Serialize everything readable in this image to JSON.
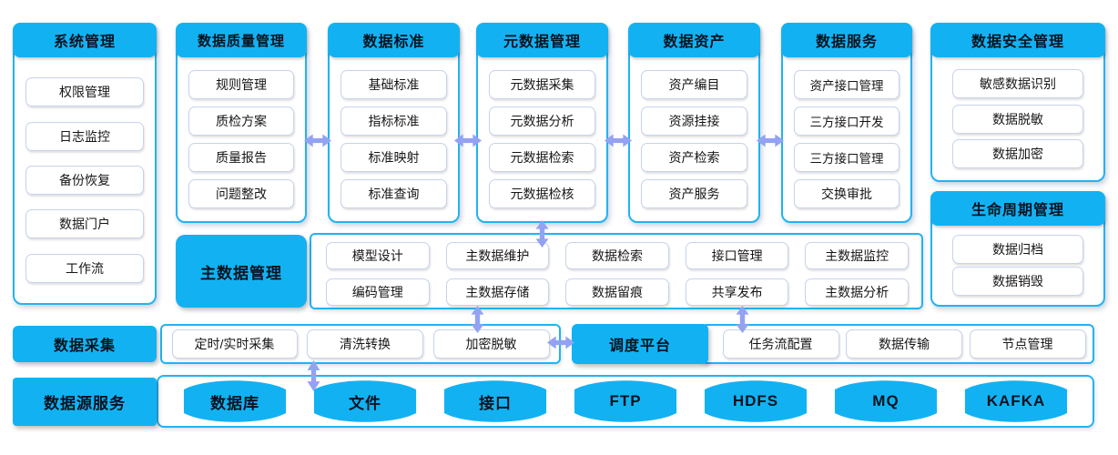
{
  "colors": {
    "accent": "#12b2f2",
    "panel_border": "#22b3f2",
    "item_border": "#c7d3ec",
    "arrow": "#93a2f2"
  },
  "icons": {
    "arrow_h": "double-arrow-horizontal",
    "arrow_v": "double-arrow-vertical",
    "cylinder": "database-cylinder"
  },
  "panels": [
    {
      "title": "系统管理",
      "items": [
        "权限管理",
        "日志监控",
        "备份恢复",
        "数据门户",
        "工作流"
      ]
    },
    {
      "title": "数据质量管理",
      "items": [
        "规则管理",
        "质检方案",
        "质量报告",
        "问题整改"
      ]
    },
    {
      "title": "数据标准",
      "items": [
        "基础标准",
        "指标标准",
        "标准映射",
        "标准查询"
      ]
    },
    {
      "title": "元数据管理",
      "items": [
        "元数据采集",
        "元数据分析",
        "元数据检索",
        "元数据检核"
      ]
    },
    {
      "title": "数据资产",
      "items": [
        "资产编目",
        "资源挂接",
        "资产检索",
        "资产服务"
      ]
    },
    {
      "title": "数据服务",
      "items": [
        "资产接口管理",
        "三方接口开发",
        "三方接口管理",
        "交换审批"
      ]
    },
    {
      "title": "数据安全管理",
      "items": [
        "敏感数据识别",
        "数据脱敏",
        "数据加密"
      ]
    },
    {
      "title": "生命周期管理",
      "items": [
        "数据归档",
        "数据销毁"
      ]
    }
  ],
  "master_data": {
    "title": "主数据管理",
    "items": [
      "模型设计",
      "主数据维护",
      "数据检索",
      "接口管理",
      "主数据监控",
      "编码管理",
      "主数据存储",
      "数据留痕",
      "共享发布",
      "主数据分析"
    ]
  },
  "collection": {
    "title": "数据采集",
    "items": [
      "定时/实时采集",
      "清洗转换",
      "加密脱敏"
    ]
  },
  "scheduler": {
    "title": "调度平台",
    "items": [
      "任务流配置",
      "数据传输",
      "节点管理"
    ]
  },
  "datasource": {
    "title": "数据源服务",
    "items": [
      "数据库",
      "文件",
      "接口",
      "FTP",
      "HDFS",
      "MQ",
      "KAFKA"
    ]
  }
}
